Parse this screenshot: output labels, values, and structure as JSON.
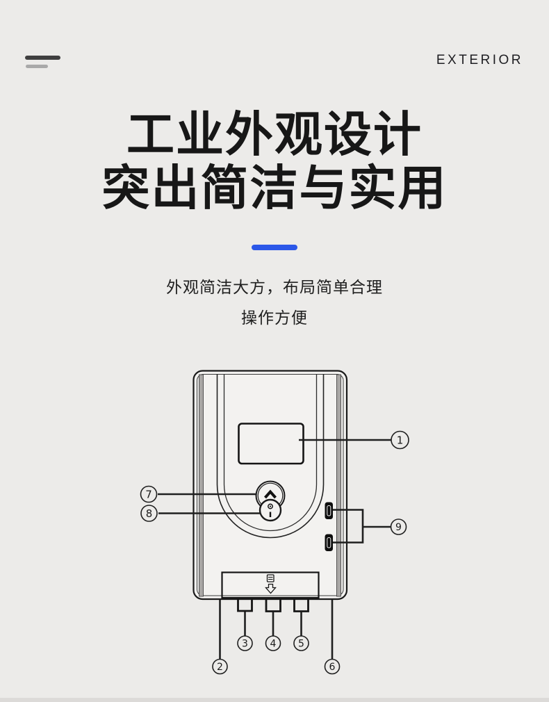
{
  "page": {
    "background": "#ecebe9",
    "accent_blue": "#2b57e8"
  },
  "header": {
    "eyebrow": "EXTERIOR"
  },
  "heading": {
    "line1": "工业外观设计",
    "line2": "突出简洁与实用"
  },
  "subtitle": {
    "line1": "外观简洁大方，布局简单合理",
    "line2": "操作方便"
  },
  "diagram": {
    "callouts": [
      "1",
      "2",
      "3",
      "4",
      "5",
      "6",
      "7",
      "8",
      "9"
    ]
  }
}
